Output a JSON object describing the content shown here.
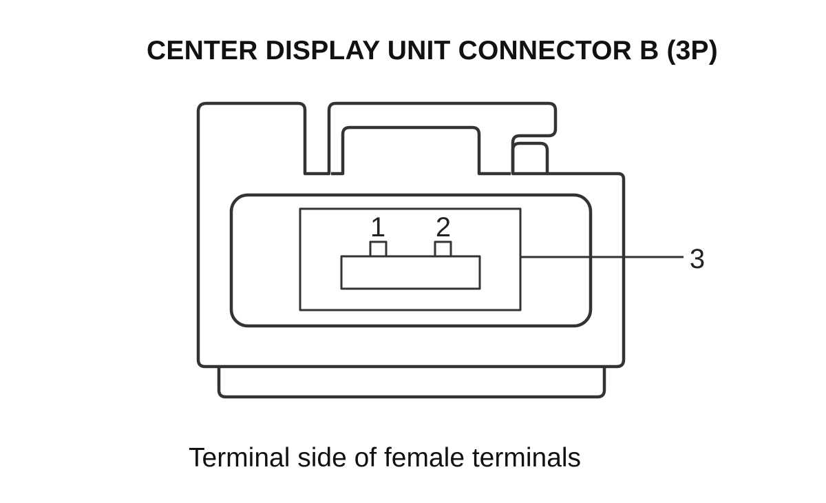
{
  "title": "CENTER DISPLAY UNIT CONNECTOR B (3P)",
  "caption": "Terminal side of female terminals",
  "terminals": [
    {
      "label": "1"
    },
    {
      "label": "2"
    },
    {
      "label": "3"
    }
  ],
  "colors": {
    "line": "#333333",
    "text": "#111111",
    "background": "#ffffff"
  }
}
